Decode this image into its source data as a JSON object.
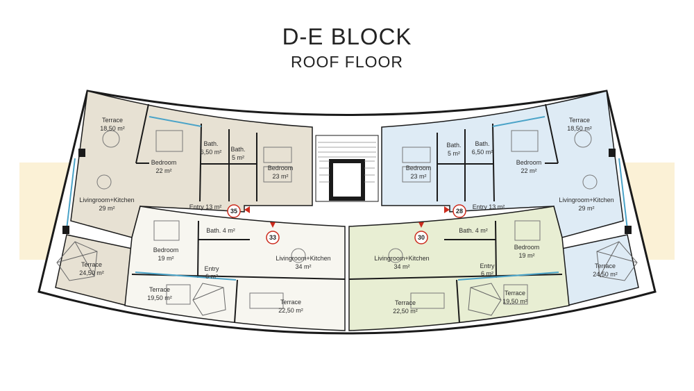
{
  "header": {
    "title": "D-E BLOCK",
    "subtitle": "ROOF FLOOR"
  },
  "colors": {
    "apt35": "#e7e1d3",
    "apt28": "#deebf5",
    "apt33": "#f7f6f0",
    "apt30": "#e8eed3",
    "band": "#fbf1d6",
    "wall": "#1a1a1a",
    "glass": "#4aa3c8",
    "marker": "#cc2b1d"
  },
  "apartments": [
    {
      "id": "35",
      "color_key": "apt35"
    },
    {
      "id": "28",
      "color_key": "apt28"
    },
    {
      "id": "33",
      "color_key": "apt33"
    },
    {
      "id": "30",
      "color_key": "apt30"
    }
  ],
  "rooms": {
    "l_terrace_top": {
      "name": "Terrace",
      "area": "18,50 m²"
    },
    "l_bedroom_a": {
      "name": "Bedroom",
      "area": "22 m²"
    },
    "l_bath_a": {
      "name": "Bath.",
      "area": "6,50 m²"
    },
    "l_bath_b": {
      "name": "Bath.",
      "area": "5 m²"
    },
    "l_bedroom_b": {
      "name": "Bedroom",
      "area": "23 m²"
    },
    "l_living_top": {
      "name": "Livingroom+Kitchen",
      "area": "29 m²"
    },
    "l_entry_top": {
      "name": "Entry 13 m²"
    },
    "l_terrace_bottom": {
      "name": "Terrace",
      "area": "24,50 m²"
    },
    "l_bedroom_c": {
      "name": "Bedroom",
      "area": "19 m²"
    },
    "l_bath_c": {
      "name": "Bath. 4 m²"
    },
    "l_entry_bottom": {
      "name": "Entry",
      "area": "6 m²"
    },
    "l_living_bottom": {
      "name": "Livingroom+Kitchen",
      "area": "34 m²"
    },
    "l_terrace_mid": {
      "name": "Terrace",
      "area": "19,50 m²"
    },
    "l_terrace_inner": {
      "name": "Terrace",
      "area": "22,50 m²"
    },
    "r_terrace_top": {
      "name": "Terrace",
      "area": "18,50 m²"
    },
    "r_bedroom_a": {
      "name": "Bedroom",
      "area": "22 m²"
    },
    "r_bath_a": {
      "name": "Bath.",
      "area": "6,50 m²"
    },
    "r_bath_b": {
      "name": "Bath.",
      "area": "5 m²"
    },
    "r_bedroom_b": {
      "name": "Bedroom",
      "area": "23 m²"
    },
    "r_living_top": {
      "name": "Livingroom+Kitchen",
      "area": "29 m²"
    },
    "r_entry_top": {
      "name": "Entry 13 m²"
    },
    "r_terrace_bottom": {
      "name": "Terrace",
      "area": "24,50 m²"
    },
    "r_bedroom_c": {
      "name": "Bedroom",
      "area": "19 m²"
    },
    "r_bath_c": {
      "name": "Bath. 4 m²"
    },
    "r_entry_bottom": {
      "name": "Entry",
      "area": "6 m²"
    },
    "r_living_bottom": {
      "name": "Livingroom+Kitchen",
      "area": "34 m²"
    },
    "r_terrace_mid": {
      "name": "Terrace",
      "area": "19,50 m²"
    },
    "r_terrace_inner": {
      "name": "Terrace",
      "area": "22,50 m²"
    }
  }
}
